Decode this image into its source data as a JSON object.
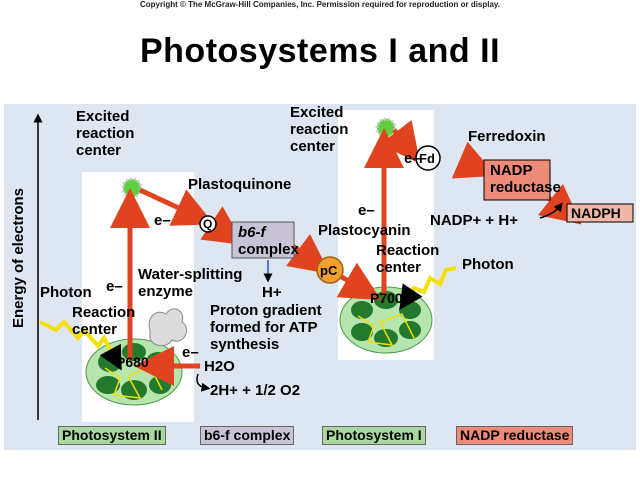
{
  "copyright": "Copyright © The McGraw-Hill Companies, Inc. Permission required for reproduction or display.",
  "title": "Photosystems I and II",
  "y_axis_label": "Energy of electrons",
  "labels": {
    "excited_rc_1_line1": "Excited",
    "excited_rc_1_line2": "reaction",
    "excited_rc_1_line3": "center",
    "excited_rc_2_line1": "Excited",
    "excited_rc_2_line2": "reaction",
    "excited_rc_2_line3": "center",
    "ferredoxin": "Ferredoxin",
    "fd": "Fd",
    "nadp_reductase_line1": "NADP",
    "nadp_reductase_line2": "reductase",
    "nadph": "NADPH",
    "nadp_plus_h": "NADP+ + H+",
    "plastoquinone": "Plastoquinone",
    "q": "Q",
    "b6f_line1": "b6-f",
    "b6f_line2": "complex",
    "plastocyanin": "Plastocyanin",
    "pc": "pC",
    "rc_ps1_line1": "Reaction",
    "rc_ps1_line2": "center",
    "photon_ps1": "Photon",
    "photon_ps2": "Photon",
    "water_splitting_line1": "Water-splitting",
    "water_splitting_line2": "enzyme",
    "rc_ps2_line1": "Reaction",
    "rc_ps2_line2": "center",
    "h_plus": "H+",
    "proton_line1": "Proton gradient",
    "proton_line2": "formed for ATP",
    "proton_line3": "synthesis",
    "p680": "P680",
    "p700": "P700",
    "h2o": "H2O",
    "products": "2H+ + 1/2 O2",
    "e_minus": "e–"
  },
  "legend": [
    {
      "label": "Photosystem II",
      "color": "#a8d8a0"
    },
    {
      "label": "b6-f complex",
      "color": "#c9c3d6"
    },
    {
      "label": "Photosystem I",
      "color": "#a8d8a0"
    },
    {
      "label": "NADP reductase",
      "color": "#ee8a78"
    }
  ],
  "colors": {
    "arrow": "#e0431f",
    "chloroplast": "#2f9a3a",
    "nadp_box": "#ee8a78",
    "nadph_box": "#f0b7a8",
    "b6f_box": "#c9c3d6",
    "pc_circle": "#f0a030",
    "photon": "#f3e000"
  }
}
